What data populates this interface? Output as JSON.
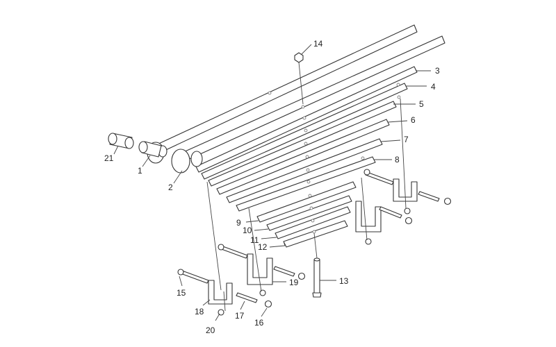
{
  "labels": {
    "p1": "1",
    "p2": "2",
    "p3": "3",
    "p4": "4",
    "p5": "5",
    "p6": "6",
    "p7": "7",
    "p8": "8",
    "p9": "9",
    "p10": "10",
    "p11": "11",
    "p12": "12",
    "p13": "13",
    "p14": "14",
    "p15": "15",
    "p16": "16",
    "p17": "17",
    "p18": "18",
    "p19": "19",
    "p20": "20",
    "p21": "21"
  }
}
